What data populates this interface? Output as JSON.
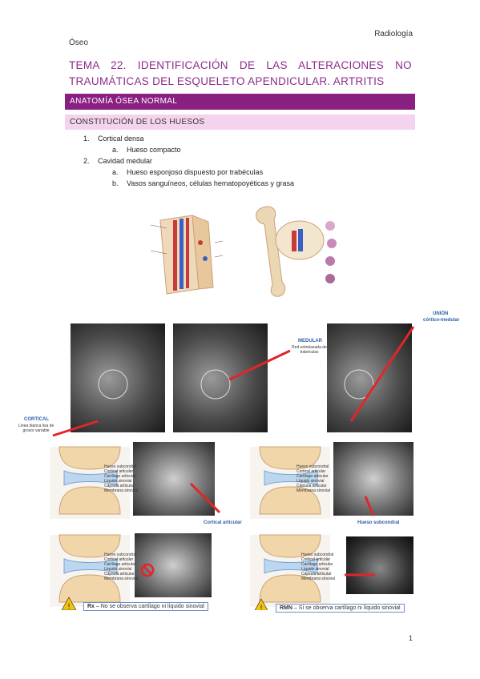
{
  "header": {
    "section": "Radiología",
    "subject": "Óseo"
  },
  "title": "TEMA 22. IDENTIFICACIÓN DE LAS ALTERACIONES NO TRAUMÁTICAS DEL ESQUELETO APENDICULAR. ARTRITIS",
  "section_bar": "ANATOMÍA ÓSEA NORMAL",
  "subsection_bar": "CONSTITUCIÓN DE LOS HUESOS",
  "list": [
    {
      "num": "1.",
      "text": "Cortical densa",
      "sub": [
        {
          "letter": "a.",
          "text": "Hueso compacto"
        }
      ]
    },
    {
      "num": "2.",
      "text": "Cavidad medular",
      "sub": [
        {
          "letter": "a.",
          "text": "Hueso esponjoso dispuesto por trabéculas"
        },
        {
          "letter": "b.",
          "text": "Vasos sanguíneos, células hematopoyéticas y grasa"
        }
      ]
    }
  ],
  "figure_labels": {
    "cortical_title": "CORTICAL",
    "cortical_desc": "Línea blanca lisa de grosor variable",
    "medular_title": "MEDULAR",
    "medular_desc": "Red entrelazada de trabéculas",
    "union_title": "UNIÓN",
    "union_desc": "córtico-medular",
    "cortical_articular": "Cortical articular",
    "hueso_subcondral": "Hueso subcondral"
  },
  "joint_labels": [
    "Hueso subcondral",
    "Cortical articular",
    "Cartílago articular",
    "Líquido sinovial",
    "Cápsula articular",
    "Membrana sinovial"
  ],
  "captions": {
    "rx_bold": "Rx",
    "rx_text": " – No se observa cartílago ni líquido sinovial",
    "rmn_bold": "RMN",
    "rmn_text": " – Sí se observa cartílago ni líquido sinovial"
  },
  "page_number": "1",
  "colors": {
    "title": "#8e2a8a",
    "bar": "#8a1f82",
    "subbar": "#f3d3ee",
    "pointer": "#e0262b",
    "label_blue": "#2d5fa6"
  }
}
